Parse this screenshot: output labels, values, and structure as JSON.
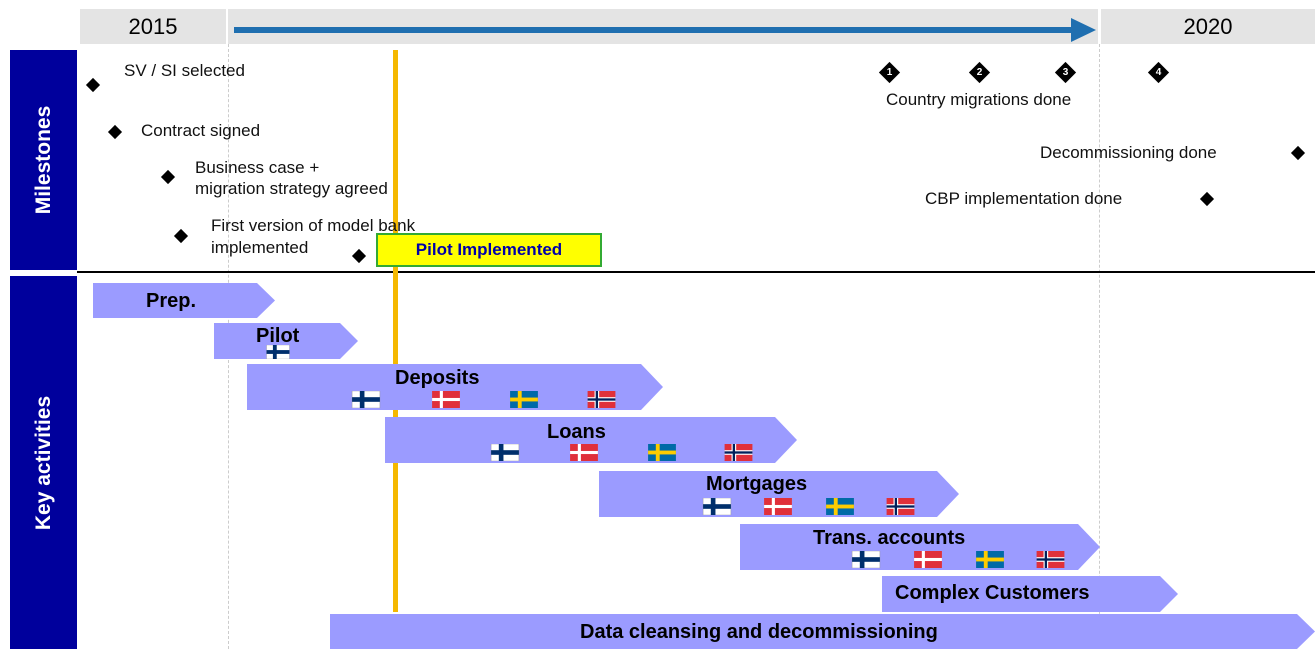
{
  "timeline": {
    "start_year": "2015",
    "end_year": "2020"
  },
  "sections": {
    "milestones_label": "Milestones",
    "activities_label": "Key activities"
  },
  "milestones": {
    "sv_si_selected": "SV / SI selected",
    "contract_signed": "Contract signed",
    "business_case_line1": "Business case +",
    "business_case_line2": "migration strategy agreed",
    "model_bank_line1": "First version of model bank",
    "model_bank_line2": "implemented",
    "pilot_implemented": "Pilot Implemented",
    "country_migrations_done": "Country migrations done",
    "country_numbers": [
      "1",
      "2",
      "3",
      "4"
    ],
    "decommissioning_done": "Decommissioning done",
    "cbp_implementation_done": "CBP implementation done"
  },
  "activities": {
    "prep": "Prep.",
    "pilot": "Pilot",
    "deposits": "Deposits",
    "loans": "Loans",
    "mortgages": "Mortgages",
    "trans_accounts": "Trans. accounts",
    "complex_customers": "Complex Customers",
    "data_cleansing": "Data cleansing and decommissioning"
  },
  "flags": [
    "finland-flag",
    "denmark-flag",
    "sweden-flag",
    "norway-flag"
  ],
  "colors": {
    "sidebar": "#00009c",
    "arrow_fill": "#9b9bff",
    "timeline_arrow": "#1f6fb0",
    "today_line": "#f5b800",
    "pilot_box_bg": "#ffff00",
    "pilot_box_border": "#33aa33",
    "pilot_box_text": "#0000aa"
  }
}
